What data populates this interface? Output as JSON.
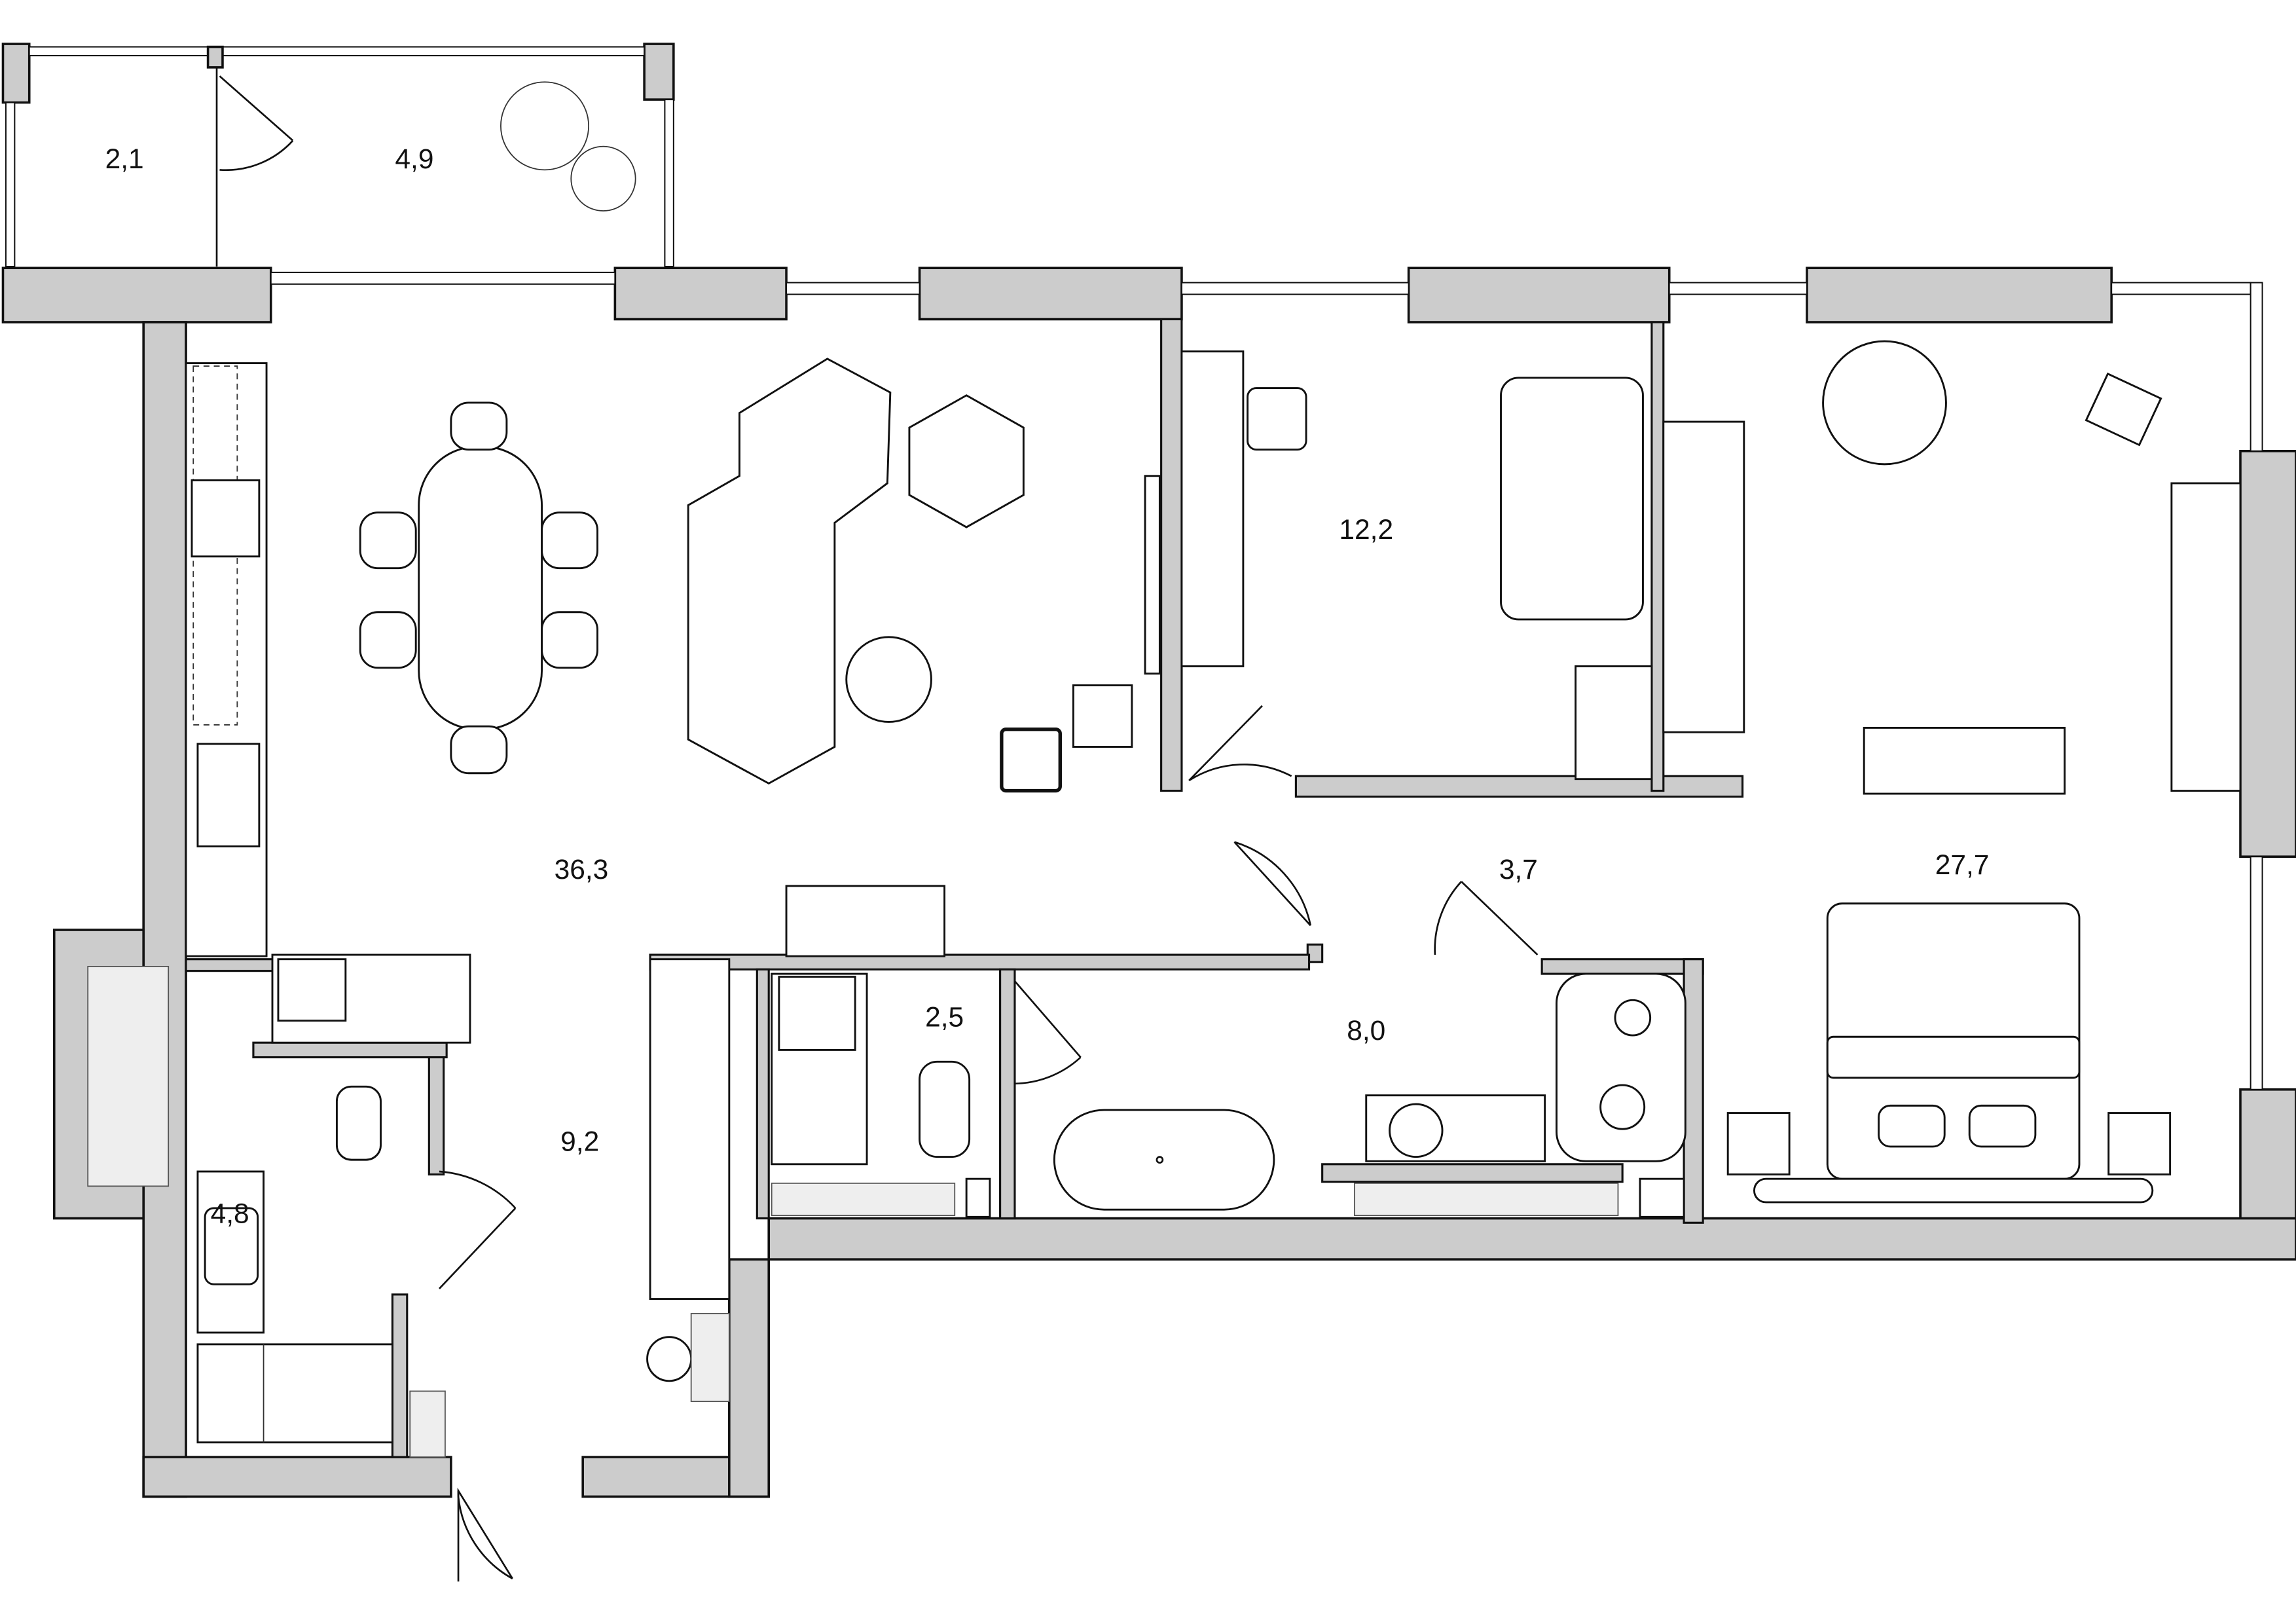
{
  "plan": {
    "type": "apartment floor plan",
    "rooms": [
      {
        "id": "balcony-small",
        "area": "2,1"
      },
      {
        "id": "balcony-large",
        "area": "4,9"
      },
      {
        "id": "kitchen-living",
        "area": "36,3"
      },
      {
        "id": "bedroom-small",
        "area": "12,2"
      },
      {
        "id": "bedroom-master",
        "area": "27,7"
      },
      {
        "id": "corridor",
        "area": "3,7"
      },
      {
        "id": "bathroom",
        "area": "8,0"
      },
      {
        "id": "toilet",
        "area": "2,5"
      },
      {
        "id": "hall",
        "area": "9,2"
      },
      {
        "id": "laundry-bathroom",
        "area": "4,8"
      }
    ]
  }
}
